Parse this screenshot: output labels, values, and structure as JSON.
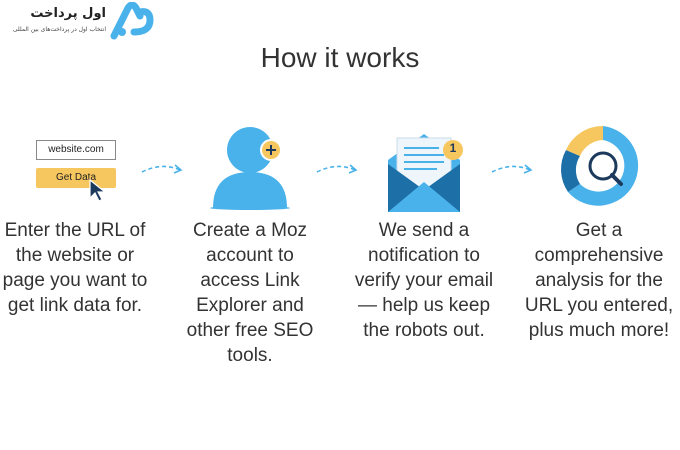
{
  "logo": {
    "name": "اول پرداخت",
    "tagline": "انتخاب اول در پرداخت‌های بین المللی",
    "brand_color": "#4ab2ea"
  },
  "header": {
    "title": "How it works"
  },
  "steps": [
    {
      "description": "Enter the URL of the website or page you want to get link data for.",
      "icon": "url-form-icon"
    },
    {
      "description": "Create a Moz account to access Link Explorer and other free SEO tools.",
      "icon": "user-add-icon"
    },
    {
      "description": "We send a notification to verify your email — help us keep the robots out.",
      "icon": "email-notification-icon"
    },
    {
      "description": "Get a comprehensive analysis for the URL you entered, plus much more!",
      "icon": "analysis-chart-icon"
    }
  ],
  "form": {
    "url_value": "website.com",
    "button_label": "Get Data"
  },
  "notification": {
    "badge_count": "1"
  },
  "colors": {
    "blue": "#4ab2ea",
    "dark_blue": "#1d6fa8",
    "yellow": "#f6c75e",
    "text": "#333333"
  }
}
